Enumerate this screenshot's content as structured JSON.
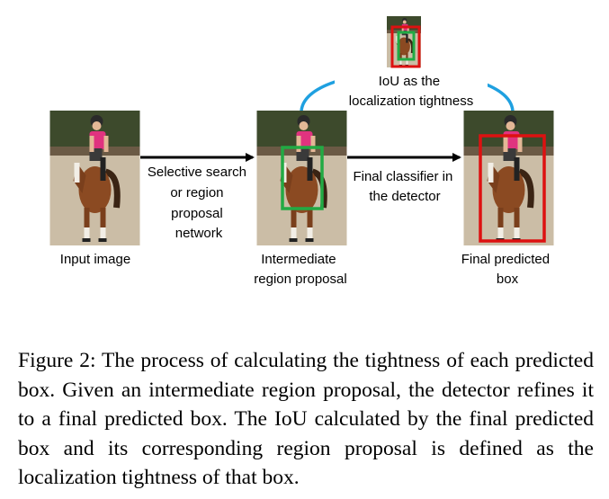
{
  "figure": {
    "input_label": "Input image",
    "arrow1_lines": [
      "Selective search",
      "or region",
      "proposal",
      "network"
    ],
    "intermediate_lines": [
      "Intermediate",
      "region proposal"
    ],
    "arrow2_lines": [
      "Final classifier in",
      "the detector"
    ],
    "final_lines": [
      "Final predicted",
      "box"
    ],
    "iou_lines": [
      "IoU as the",
      "localization tightness"
    ],
    "colors": {
      "proposal_box": "#22aa44",
      "predicted_box": "#dd1111",
      "iou_arc": "#1fa0e0"
    },
    "image_subject": "horse-rider-photo"
  },
  "caption": "Figure 2: The process of calculating the tightness of each predicted box. Given an intermediate region proposal, the detector refines it to a final predicted box. The IoU calculated by the final predicted box and its corresponding region proposal is defined as the localization tightness of that box."
}
